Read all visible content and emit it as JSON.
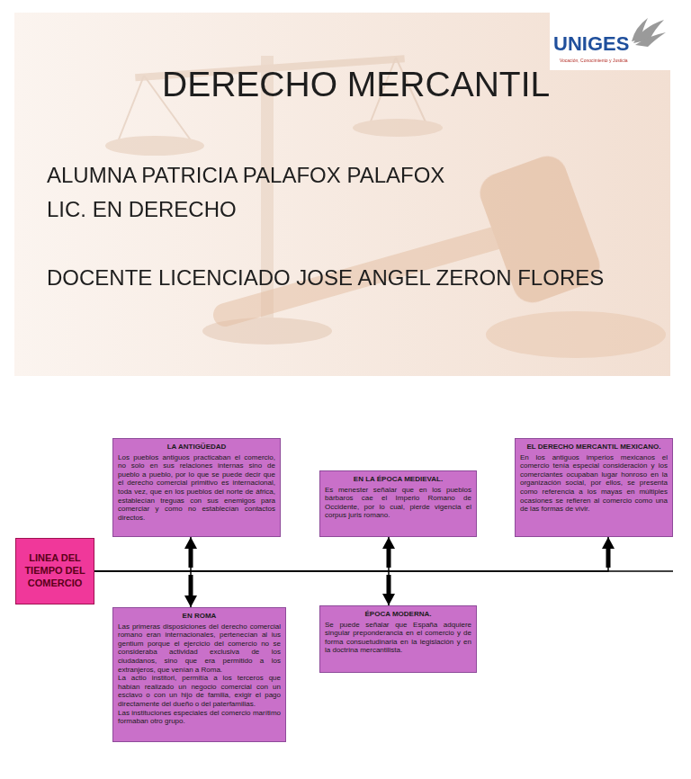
{
  "diagram": {
    "title": "DERECHO MERCANTIL",
    "nodes": [
      {
        "text": [
          "LINEA DEL TIEMPO DEL COMERCIO"
        ]
      },
      {
        "text": [
          "LA ANTIGÜEDAD",
          "Los pueblos antiguos practicaban el comercio, no solo en sus relaciones internas sino de pueblo a pueblo, por lo que se puede decir que el derecho comercial primitivo es internacional, toda vez, que en los pueblos del norte de áfrica, establecían treguas con sus enemigos para comerciar y como no establecían contactos directos."
        ]
      },
      {
        "text": [
          "EN ROMA",
          "Las primeras disposiciones del derecho comercial romano eran internacionales, pertenecían al ius gentium porque el ejercicio del comercio no se consideraba actividad exclusiva de los ciudadanos, sino que era permitido a los extranjeros, que venían a Roma.",
          "La actio institori, permitía a los terceros que habían realizado un negocio comercial con un esclavo o con un hijo de familia, exigir el pago directamente del dueño o del paterfamilias.",
          "Las instituciones especiales del comercio marítimo formaban otro grupo."
        ]
      },
      {
        "text": [
          "EN LA ÉPOCA MEDIEVAL.",
          "Es menester señalar que en los pueblos bárbaros cae el Imperio Romano de Occidente, por lo cual, pierde vigencia el corpus juris romano."
        ]
      },
      {
        "text": [
          "ÉPOCA MODERNA.",
          "Se puede señalar que España adquiere singular preponderancia en el comercio y de forma consuetudinaria en la legislación y en la doctrina mercantilista."
        ]
      },
      {
        "text": [
          "EL DERECHO MERCANTIL MEXICANO.",
          "En los antiguos imperios mexicanos el comercio tenía especial consideración y los comerciantes ocupaban lugar honroso en la organización social, por ellos, se presenta como referencia a los mayas en múltiples ocasiones se refieren al comercio como una de las formas de vivir."
        ]
      }
    ],
    "edges": [
      {
        "from": 0,
        "to": 1,
        "arrow": "to"
      },
      {
        "from": 0,
        "to": 2,
        "arrow": "to"
      },
      {
        "from": 0,
        "to": 3,
        "arrow": "to"
      },
      {
        "from": 0,
        "to": 4,
        "arrow": "to"
      },
      {
        "from": 0,
        "to": 5,
        "arrow": "to"
      }
    ],
    "labels": [
      "ALUMNA PATRICIA PALAFOX PALAFOX",
      "LIC. EN DERECHO",
      "DOCENTE LICENCIADO JOSE ANGEL ZERON FLORES",
      "UNIGES",
      "Vocación, Conocimiento y Justicia"
    ]
  }
}
